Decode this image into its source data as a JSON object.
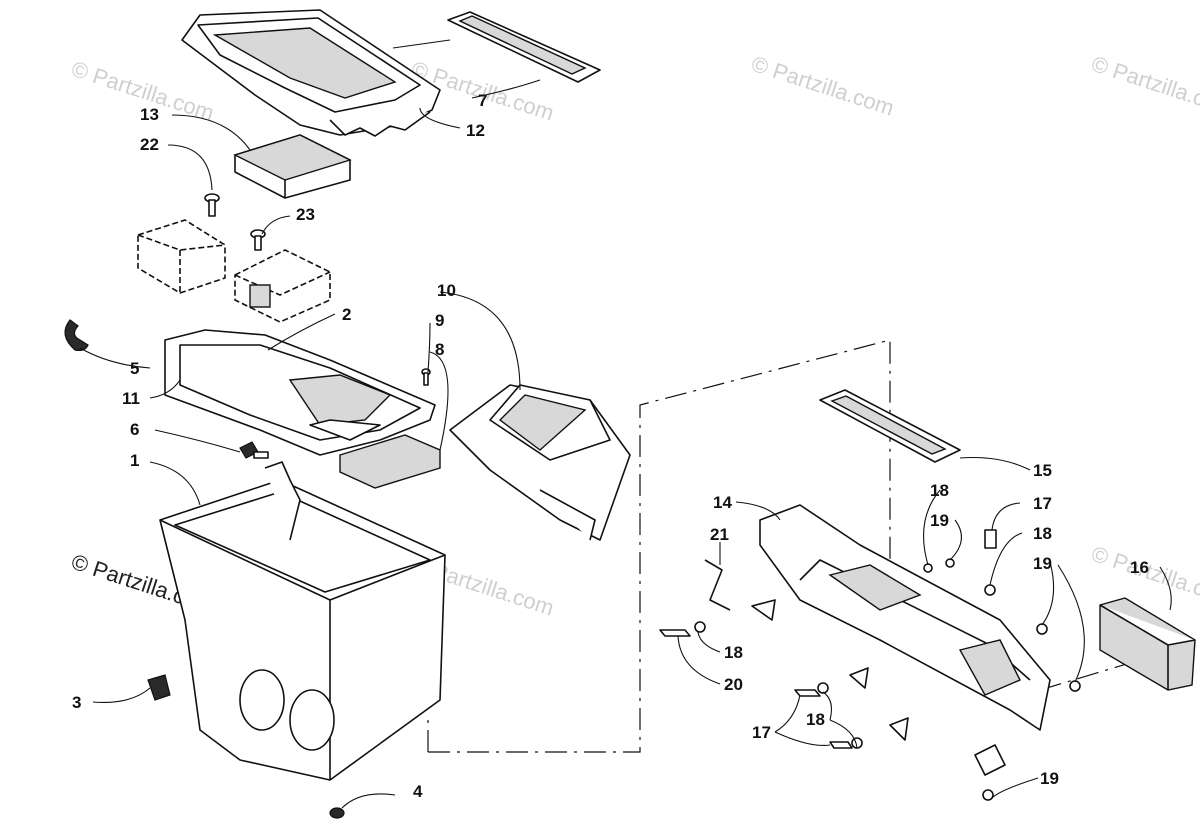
{
  "watermark": {
    "text": "© Partzilla.com",
    "color_light": "#cfcfcf",
    "color_dark": "#222222"
  },
  "callouts": {
    "c1": "1",
    "c2": "2",
    "c3": "3",
    "c4": "4",
    "c5": "5",
    "c6": "6",
    "c7": "7",
    "c8": "8",
    "c9": "9",
    "c10": "10",
    "c11": "11",
    "c12": "12",
    "c13": "13",
    "c14": "14",
    "c15": "15",
    "c16": "16",
    "c17a": "17",
    "c17b": "17",
    "c18a": "18",
    "c18b": "18",
    "c18c": "18",
    "c18d": "18",
    "c19a": "19",
    "c19b": "19",
    "c19c": "19",
    "c20": "20",
    "c21": "21",
    "c22": "22",
    "c23": "23"
  },
  "parts": [
    "air-silencer-box",
    "grommet",
    "clip",
    "drain-plug",
    "clamp",
    "screw",
    "decal",
    "filter-element",
    "screw",
    "intake-duct",
    "bracket",
    "air-silencer-lid",
    "filter",
    "intake-housing",
    "gasket",
    "foam-filter",
    "bolt",
    "washer",
    "nut",
    "bolt",
    "wire-rod",
    "screw",
    "screw"
  ]
}
